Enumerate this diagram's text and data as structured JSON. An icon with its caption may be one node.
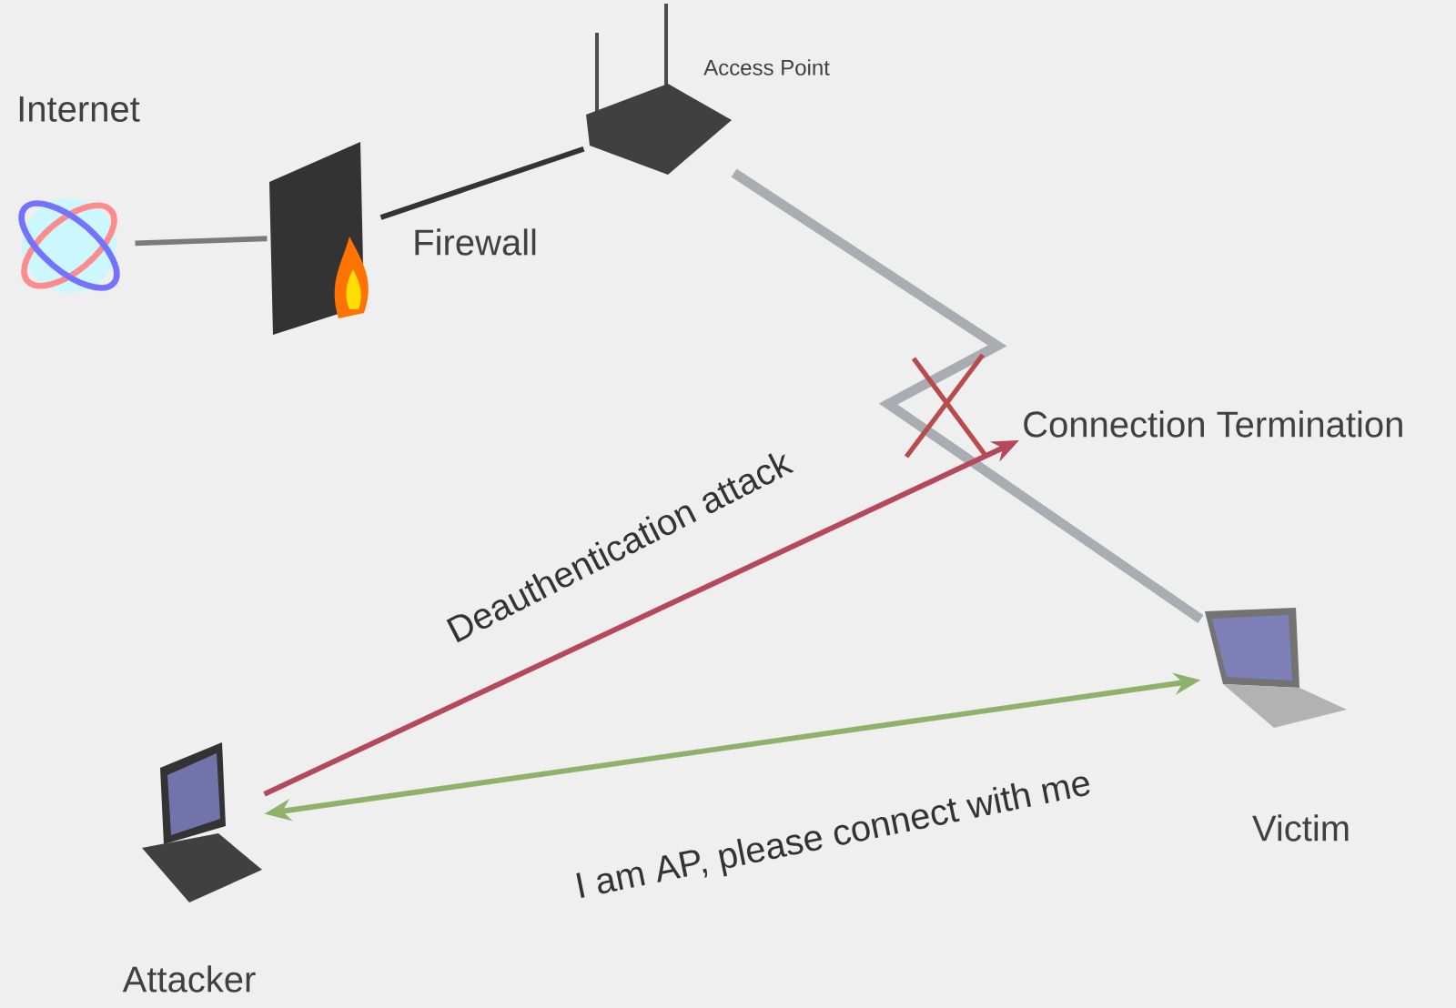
{
  "diagram": {
    "nodes": [
      {
        "text": [
          "Internet"
        ]
      },
      {
        "text": [
          "Firewall"
        ]
      },
      {
        "text": [
          "Access Point"
        ]
      },
      {
        "text": [
          "Victim"
        ]
      },
      {
        "text": [
          "Attacker"
        ]
      },
      {
        "text": [
          "Connection Termination"
        ]
      }
    ],
    "edges": [
      {
        "from": 0,
        "to": 1,
        "arrow": "none",
        "color": "#7a7a7a"
      },
      {
        "from": 1,
        "to": 2,
        "arrow": "none"
      },
      {
        "from": 2,
        "to": 3,
        "arrow": "none",
        "style": "thick",
        "color": "#a9adb3"
      },
      {
        "from": 4,
        "to": 5,
        "arrow": "to",
        "label": "Deauthentication attack",
        "color": "#b5485a"
      },
      {
        "from": 4,
        "to": 3,
        "arrow": "both",
        "label": "I am AP, please connect with me",
        "color": "#8fb26a"
      }
    ]
  }
}
